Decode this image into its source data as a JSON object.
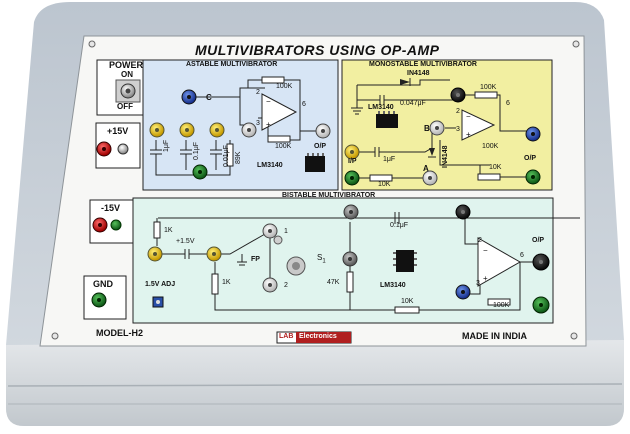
{
  "trainer": {
    "title": "MULTIVIBRATORS USING OP-AMP",
    "model": "MODEL-H2",
    "made_in": "MADE IN INDIA",
    "brand_prefix": "LAB",
    "brand_name": "Electronics"
  },
  "power_panel": {
    "power_label": "POWER",
    "on_label": "ON",
    "off_label": "OFF",
    "plus15_label": "+15V",
    "minus15_label": "-15V",
    "gnd_label": "GND"
  },
  "astable": {
    "title": "ASTABLE MULTIVIBRATOR",
    "c_label": "C",
    "r1": "100K",
    "r2": "100K",
    "r3": "89K",
    "cap1": "1μF",
    "cap2": "0.1μF",
    "cap3": "0.01μF",
    "ic": "LM3140",
    "pin2": "2",
    "pin3": "3",
    "pin6": "6",
    "out": "O/P"
  },
  "monostable": {
    "title": "MONOSTABLE MULTIVIBRATOR",
    "diode1": "IN4148",
    "diode2": "IN4148",
    "cap1": "0.047μF",
    "cap2": "1μF",
    "r1": "100K",
    "r2": "100K",
    "r3": "10K",
    "r4": "10K",
    "ic": "LM3140",
    "b_label": "B",
    "a_label": "A",
    "ip": "I/P",
    "out": "O/P",
    "pin2": "2",
    "pin3": "3",
    "pin6": "6"
  },
  "bistable": {
    "title": "BISTABLE MULTIVIBRATOR",
    "r1": "1K",
    "r2": "1K",
    "r3": "47K",
    "r4": "10K",
    "r5": "100K",
    "v15": "+1.5V",
    "adj": "1.5V ADJ",
    "fp": "FP",
    "s1": "S",
    "s1_sub": "1",
    "pos1": "1",
    "pos2": "2",
    "cap": "0.1μF",
    "ic": "LM3140",
    "out": "O/P",
    "pin2": "2",
    "pin3": "3",
    "pin6": "6"
  }
}
